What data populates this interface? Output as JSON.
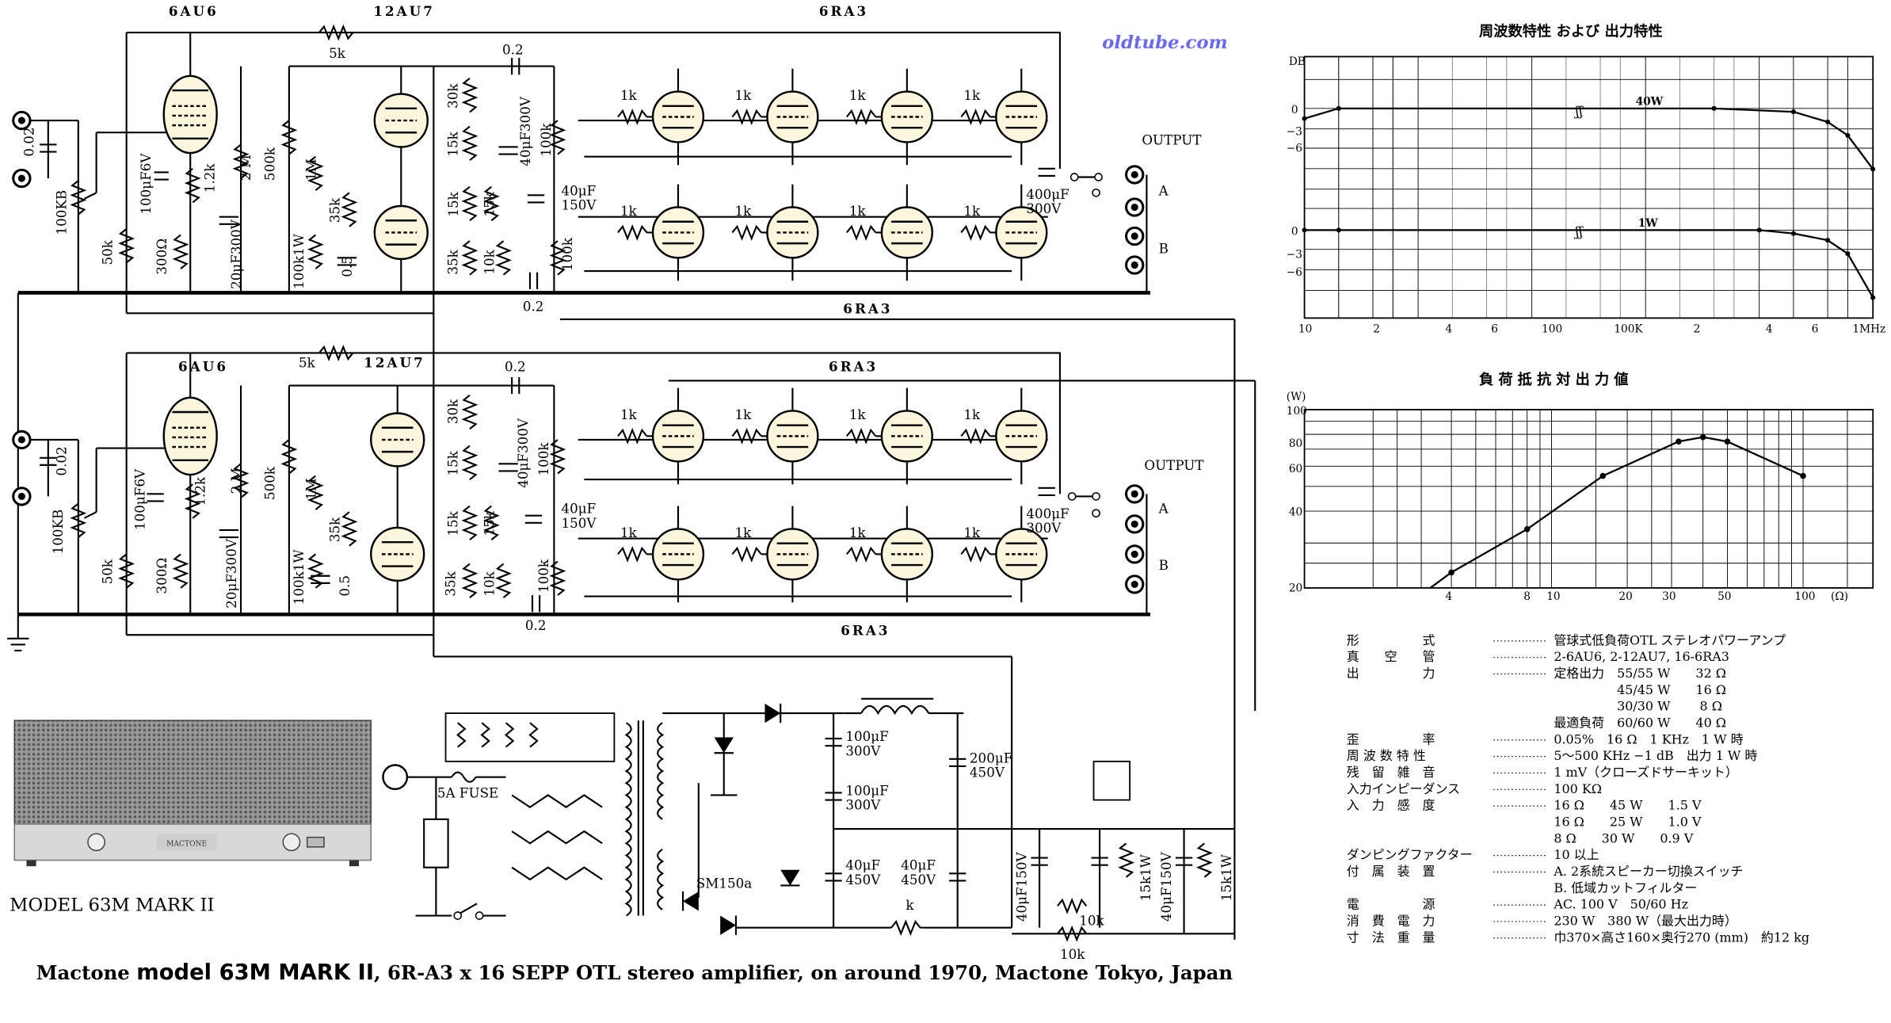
{
  "watermark": "oldtube.com",
  "caption": {
    "prefix": "Mactone ",
    "model": "model 63M MARK II",
    "rest": ", 6R-A3 x 16 SEPP OTL stereo amplifier, on around 1970, Mactone Tokyo, Japan"
  },
  "photo_label": "MODEL 63M MARK II",
  "photo_panel_text": "MACTONE",
  "schematic": {
    "tubes": {
      "input": "6AU6",
      "driver": "12AU7",
      "power": "6RA3"
    },
    "output_label": "OUTPUT",
    "terminals": [
      "A",
      "B"
    ],
    "components": {
      "r_5k": "5k",
      "c_02": "0.2",
      "c_002": "0.02",
      "vol": "100KB",
      "r_50k": "50k",
      "r_300": "300Ω",
      "c_100u6": "100μF6V",
      "r_12k": "1.2k",
      "r_2m": "2 M",
      "c_20u300": "20μF300V",
      "r_500k": "500k",
      "r_1m": "1M",
      "r_100k1w": "100k1W",
      "r_35k": "35k",
      "c_05": "0.5",
      "r_30k": "30k",
      "r_15k": "15k",
      "r_10k": "10k",
      "c_40u300": "40μF300V",
      "r_100k": "100k",
      "c_40u150": "40μF\n150V",
      "r_1k": "1k",
      "c_400u": "400μF\n300V"
    },
    "psu": {
      "fuse": "5A FUSE",
      "rect": "SM150a",
      "c1": "100μF\n300V",
      "c2": "100μF\n300V",
      "c3": "200μF\n450V",
      "c4": "40μF\n450V",
      "c5": "40μF\n450V",
      "c6": "40μF150V",
      "c7": "40μF150V",
      "r1": "15k1W",
      "r2": "15k1W",
      "r3": "10k",
      "r4": "10k",
      "rk": "k"
    }
  },
  "freq_chart": {
    "title": "周波数特性 および 出力特性",
    "y_unit": "DB",
    "y_ticks_top": [
      "0",
      "−3",
      "−6"
    ],
    "y_ticks_bottom": [
      "0",
      "−3",
      "−6"
    ],
    "x_ticks": [
      "10",
      "2",
      "4",
      "6",
      "100",
      "100K",
      "2",
      "4",
      "6",
      "1MHz"
    ],
    "series": [
      {
        "name": "40W",
        "points": [
          [
            10,
            -1.5
          ],
          [
            20,
            0
          ],
          [
            40000,
            0
          ],
          [
            200000,
            -0.5
          ],
          [
            400000,
            -2
          ],
          [
            600000,
            -4
          ],
          [
            1000000,
            -9
          ]
        ]
      },
      {
        "name": "1W",
        "points": [
          [
            10,
            0
          ],
          [
            20,
            0
          ],
          [
            100000,
            0
          ],
          [
            200000,
            -0.5
          ],
          [
            400000,
            -1.5
          ],
          [
            600000,
            -3.5
          ],
          [
            1000000,
            -10
          ]
        ]
      }
    ]
  },
  "load_chart": {
    "title": "負荷抵抗対出力値",
    "y_unit": "(W)",
    "y_ticks": [
      "100",
      "80",
      "60",
      "40",
      "20"
    ],
    "x_ticks": [
      "4",
      "8",
      "10",
      "20",
      "30",
      "50",
      "100",
      "(Ω)"
    ],
    "points": [
      [
        4,
        23
      ],
      [
        8,
        34
      ],
      [
        16,
        55
      ],
      [
        32,
        75
      ],
      [
        40,
        78
      ],
      [
        50,
        75
      ],
      [
        100,
        55
      ]
    ]
  },
  "specs": [
    {
      "k": "形　　　　　式",
      "v": "管球式低負荷OTL ステレオパワーアンプ"
    },
    {
      "k": "真　　空　　管",
      "v": "2-6AU6, 2-12AU7, 16-6RA3"
    },
    {
      "k": "出　　　　　力",
      "v": "定格出力　55/55 W　　32 Ω"
    },
    {
      "k": "",
      "v": "　　　　　45/45 W　　16 Ω"
    },
    {
      "k": "",
      "v": "　　　　　30/30 W　　 8 Ω"
    },
    {
      "k": "",
      "v": "最適負荷　60/60 W　　40 Ω"
    },
    {
      "k": "歪　　　　　率",
      "v": "0.05%　16 Ω　1 KHz　1 W 時"
    },
    {
      "k": "周 波 数 特 性",
      "v": "5～500 KHz −1 dB　出力 1 W 時"
    },
    {
      "k": "残　留　雑　音",
      "v": "1 mV（クローズドサーキット）"
    },
    {
      "k": "入力インピーダンス",
      "v": "100 KΩ"
    },
    {
      "k": "入　力　感　度",
      "v": "16 Ω　　45 W　　1.5 V"
    },
    {
      "k": "",
      "v": "16 Ω　　25 W　　1.0 V"
    },
    {
      "k": "",
      "v": " 8 Ω　　30 W　　0.9 V"
    },
    {
      "k": "ダンピングファクター",
      "v": "10 以上"
    },
    {
      "k": "付　属　装　置",
      "v": "A. 2系統スピーカー切換スイッチ"
    },
    {
      "k": "",
      "v": "B. 低域カットフィルター"
    },
    {
      "k": "電　　　　　源",
      "v": "AC. 100 V　50/60 Hz"
    },
    {
      "k": "消　費　電　力",
      "v": "230 W　380 W（最大出力時）"
    },
    {
      "k": "寸　法　重　量",
      "v": "巾370×高さ160×奥行270 (mm)　約12 kg"
    }
  ]
}
